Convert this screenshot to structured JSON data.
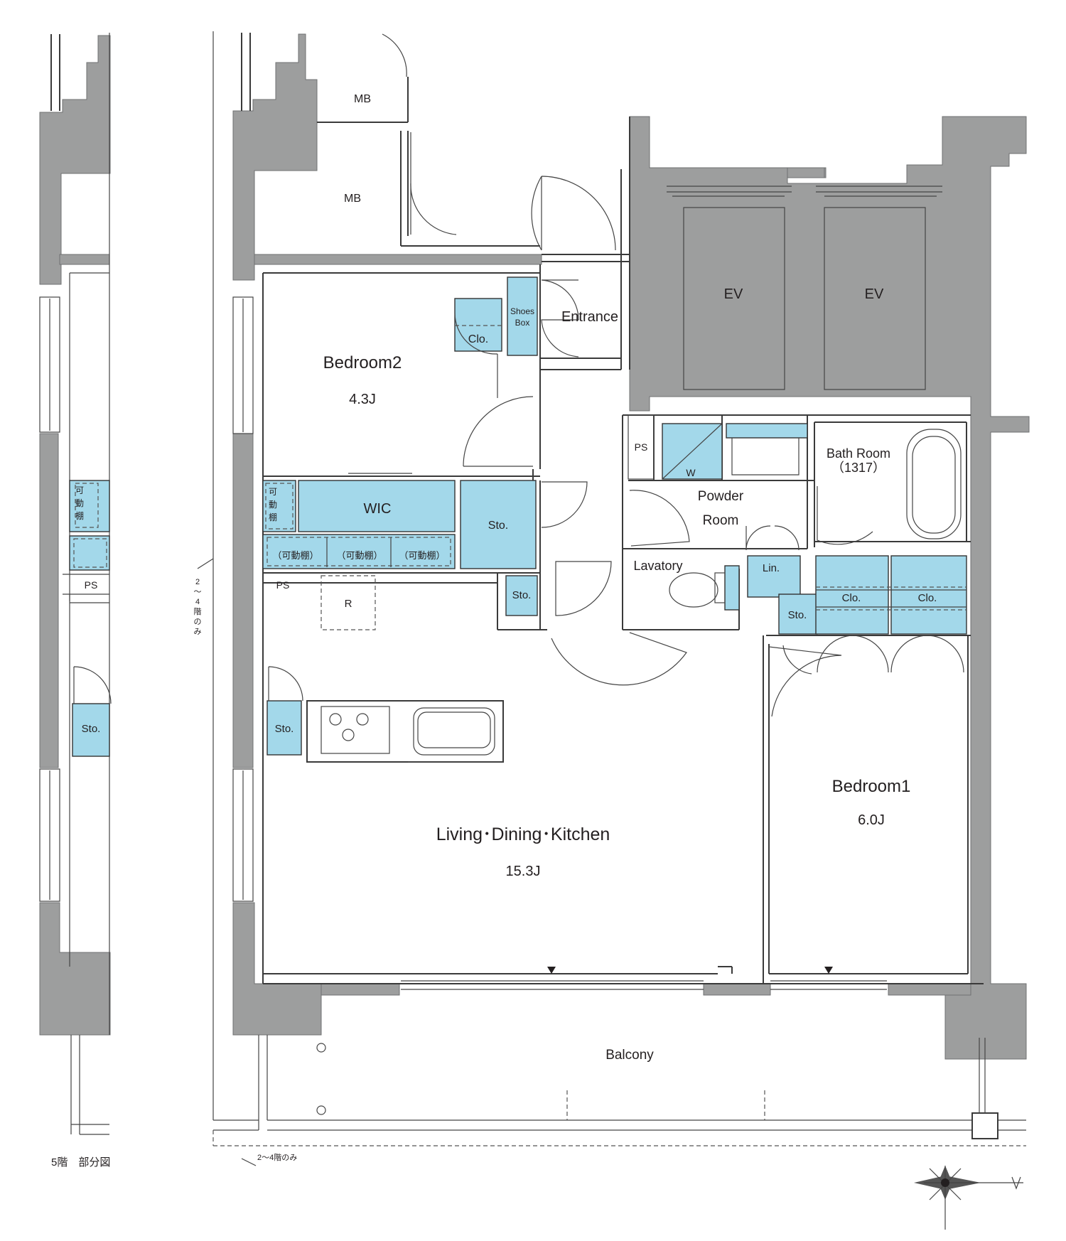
{
  "rooms": {
    "mb1": "MB",
    "mb2": "MB",
    "ev1": "EV",
    "ev2": "EV",
    "entrance": "Entrance",
    "shoes_box": [
      "Shoes",
      "Box"
    ],
    "clo_bed2": "Clo.",
    "bedroom2_name": "Bedroom2",
    "bedroom2_size": "4.3J",
    "ps_upper": "PS",
    "w": "W",
    "bathroom_name": "Bath Room",
    "bathroom_spec": "（1317）",
    "powder": [
      "Powder",
      "Room"
    ],
    "wic": "WIC",
    "shelf_v": [
      "可",
      "動",
      "棚"
    ],
    "shelves": [
      "（可動棚）",
      "（可動棚）",
      "（可動棚）"
    ],
    "sto_wic": "Sto.",
    "lavatory": "Lavatory",
    "lin": "Lin.",
    "ps_mid": "PS",
    "r": "R",
    "sto_hall": "Sto.",
    "sto_bed1": "Sto.",
    "clo_bed1a": "Clo.",
    "clo_bed1b": "Clo.",
    "sto_kitchen": "Sto.",
    "ldk_name": "Living･Dining･Kitchen",
    "ldk_size": "15.3J",
    "bedroom1_name": "Bedroom1",
    "bedroom1_size": "6.0J",
    "balcony": "Balcony"
  },
  "partial": {
    "shelf_v": [
      "可",
      "動",
      "棚"
    ],
    "ps": "PS",
    "sto": "Sto.",
    "caption": "5階　部分図"
  },
  "notes": {
    "floors_vertical": [
      "2",
      "〜",
      "4",
      "階",
      "の",
      "み"
    ],
    "floors_horizontal": "2〜4階のみ"
  },
  "colors": {
    "wall": "#9d9e9e",
    "storage": "#a3d8ea",
    "line": "#3a3a3a"
  }
}
